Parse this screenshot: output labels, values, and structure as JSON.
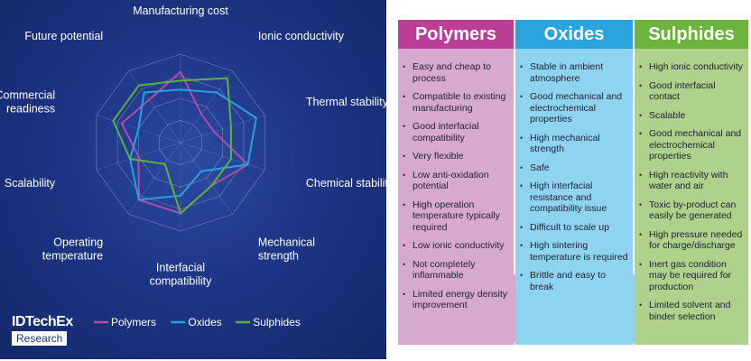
{
  "chart_data": {
    "type": "radar",
    "axes": [
      "Manufacturing cost",
      "Ionic conductivity",
      "Thermal stability",
      "Chemical stability",
      "Mechanical strength",
      "Interfacial compatibility",
      "Operating temperature",
      "Scalability",
      "Commercial readiness",
      "Future potential"
    ],
    "axis_label_lines": [
      [
        "Manufacturing cost"
      ],
      [
        "Ionic conductivity"
      ],
      [
        "Thermal stability"
      ],
      [
        "Chemical stability"
      ],
      [
        "Mechanical",
        "strength"
      ],
      [
        "Interfacial",
        "compatibility"
      ],
      [
        "Operating",
        "temperature"
      ],
      [
        "Scalability"
      ],
      [
        "Commercial",
        "readiness"
      ],
      [
        "Future potential"
      ]
    ],
    "scale_max": 5,
    "rings": 4,
    "series": [
      {
        "name": "Polymers",
        "color": "#b24aa8",
        "values": [
          4,
          2,
          2,
          4,
          3,
          4,
          4,
          2.5,
          3.5,
          3
        ]
      },
      {
        "name": "Oxides",
        "color": "#26a3de",
        "values": [
          3,
          3.5,
          4.5,
          4,
          2,
          3,
          4,
          3,
          2.5,
          3.5
        ]
      },
      {
        "name": "Sulphides",
        "color": "#5fb13a",
        "values": [
          3.5,
          4.5,
          3,
          3,
          3,
          4,
          1.5,
          3,
          4,
          4
        ]
      }
    ],
    "legend_position": "bottom"
  },
  "logo": {
    "top": "IDTechEx",
    "bottom": "Research"
  },
  "table": {
    "columns": [
      {
        "header": "Polymers",
        "header_color": "#bb3f97",
        "body_color": "#d7a9cf",
        "items": [
          "Easy and cheap to process",
          "Compatible to existing manufacturing",
          "Good interfacial compatibility",
          "Very flexible",
          "Low anti-oxidation potential",
          "High operation temperature typically required",
          "Low ionic conductivity",
          "Not completely inflammable",
          "Limited energy density improvement"
        ]
      },
      {
        "header": "Oxides",
        "header_color": "#2aa3de",
        "body_color": "#8ed4f0",
        "items": [
          "Stable in ambient atmosphere",
          "Good mechanical and electrochemical properties",
          "High mechanical strength",
          "Safe",
          "High interfacial resistance and compatibility issue",
          "Difficult to scale up",
          "High sintering temperature is required",
          "Brittle and easy to break"
        ]
      },
      {
        "header": "Sulphides",
        "header_color": "#6db33f",
        "body_color": "#aed18c",
        "items": [
          "High ionic conductivity",
          "Good interfacial contact",
          "Scalable",
          "Good mechanical and electrochemical properties",
          "High reactivity with water and air",
          "Toxic by-product can easily be generated",
          "High pressure needed for charge/discharge",
          "Inert gas condition may be required for production",
          "Limited solvent and binder selection"
        ]
      }
    ]
  }
}
